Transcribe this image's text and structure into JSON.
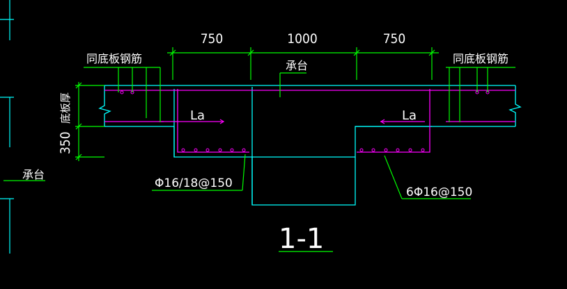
{
  "colors": {
    "background": "#000000",
    "concrete": "#00ffff",
    "rebar": "#ff00ff",
    "leader": "#00ff00",
    "text": "#ffffff"
  },
  "dimensions": {
    "left": "750",
    "middle": "1000",
    "right": "750",
    "height": "350"
  },
  "labels": {
    "left_rebar_note": "同底板钢筋",
    "right_rebar_note": "同底板钢筋",
    "cap": "承台",
    "left_anchor": "La",
    "right_anchor": "La",
    "slab_thickness": "底板厚",
    "left_side_cap": "承台",
    "rebar_spec_left": "Φ16/18@150",
    "rebar_spec_right": "6Φ16@150",
    "section_title": "1-1"
  }
}
